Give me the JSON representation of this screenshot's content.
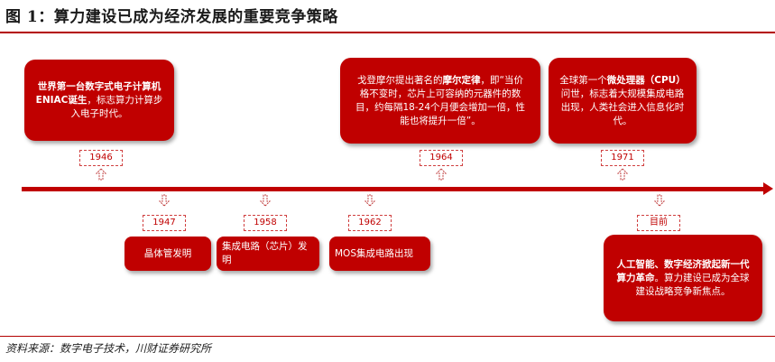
{
  "title": "图 1：算力建设已成为经济发展的重要竞争策略",
  "source": "资料来源：数字电子技术，川财证券研究所",
  "events_top": [
    {
      "year": "1946",
      "text_parts": [
        "世界第一台数字式电子计算机ENIAC诞生",
        "，标志算力计算步入电子时代。"
      ]
    },
    {
      "year": "1964",
      "text_parts": [
        "戈登摩尔提出著名的",
        "摩尔定律",
        "，即“当价格不变时，芯片上可容纳的元器件的数目，约每隔18-24个月便会增加一倍，性能也将提升一倍”。"
      ]
    },
    {
      "year": "1971",
      "text_parts": [
        "全球第一个",
        "微处理器（CPU）",
        "问世，标志着大规模集成电路出现，人类社会进入信息化时代。"
      ]
    }
  ],
  "events_bottom": [
    {
      "year": "1947",
      "text": "晶体管发明"
    },
    {
      "year": "1958",
      "text": "集成电路（芯片）发明"
    },
    {
      "year": "1962",
      "text": "MOS集成电路出现"
    },
    {
      "year": "目前",
      "text_parts": [
        "人工智能、数字经济掀起新一代算力革命",
        "。算力建设已成为全球建设战略竞争新焦点。"
      ]
    }
  ],
  "colors": {
    "accent": "#c00000",
    "rule": "#b30000"
  }
}
